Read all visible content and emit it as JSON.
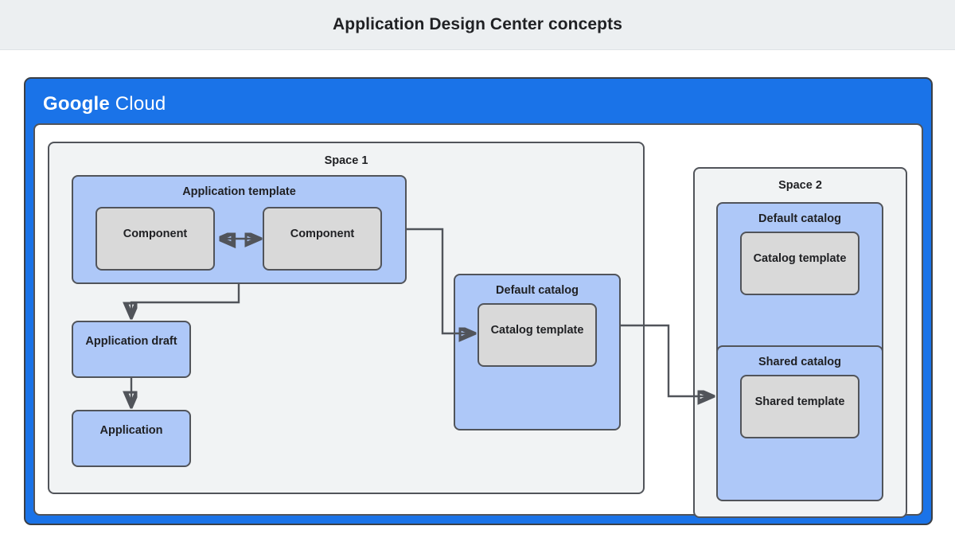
{
  "header": {
    "title": "Application Design Center concepts"
  },
  "cloud_frame": {
    "brand_primary": "Google",
    "brand_secondary": "Cloud",
    "frame_color": "#1a73e8"
  },
  "palette": {
    "group_blue": "#aec8f8",
    "inner_grey": "#d9d9d9",
    "space_grey": "#f1f3f4",
    "stroke": "#51545a",
    "header_band": "#eceff1"
  },
  "spaces": [
    {
      "label": "Space 1",
      "groups": [
        {
          "label": "Application template",
          "children": [
            {
              "label": "Component"
            },
            {
              "label": "Component"
            }
          ]
        },
        {
          "label": "Default catalog",
          "children": [
            {
              "label": "Catalog template"
            }
          ]
        }
      ],
      "nodes": [
        {
          "label": "Application draft"
        },
        {
          "label": "Application"
        }
      ]
    },
    {
      "label": "Space 2",
      "groups": [
        {
          "label": "Default catalog",
          "children": [
            {
              "label": "Catalog template"
            }
          ]
        },
        {
          "label": "Shared catalog",
          "children": [
            {
              "label": "Shared template"
            }
          ]
        }
      ],
      "nodes": []
    }
  ],
  "connectors": [
    {
      "name": "component-to-component",
      "style": "bidirectional"
    },
    {
      "name": "application-template-to-application-draft",
      "style": "arrow"
    },
    {
      "name": "application-draft-to-application",
      "style": "arrow"
    },
    {
      "name": "application-template-to-default-catalog",
      "style": "arrow"
    },
    {
      "name": "default-catalog-to-shared-catalog",
      "style": "arrow"
    }
  ]
}
